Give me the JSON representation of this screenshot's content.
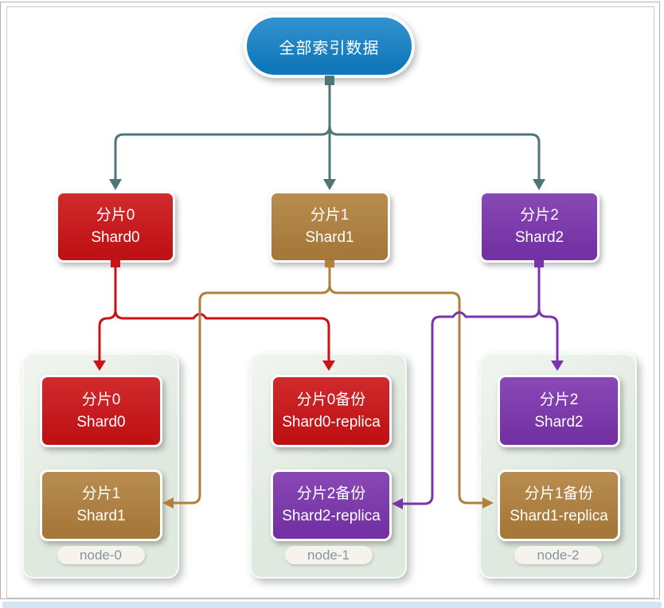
{
  "diagram": {
    "root": {
      "label": "全部索引数据"
    },
    "shards": [
      {
        "zh": "分片0",
        "en": "Shard0",
        "color": "red"
      },
      {
        "zh": "分片1",
        "en": "Shard1",
        "color": "brown"
      },
      {
        "zh": "分片2",
        "en": "Shard2",
        "color": "purple"
      }
    ],
    "nodes": [
      {
        "label": "node-0",
        "boxes": [
          {
            "zh": "分片0",
            "en": "Shard0",
            "color": "red"
          },
          {
            "zh": "分片1",
            "en": "Shard1",
            "color": "brown"
          }
        ]
      },
      {
        "label": "node-1",
        "boxes": [
          {
            "zh": "分片0备份",
            "en": "Shard0-replica",
            "color": "red"
          },
          {
            "zh": "分片2备份",
            "en": "Shard2-replica",
            "color": "purple"
          }
        ]
      },
      {
        "label": "node-2",
        "boxes": [
          {
            "zh": "分片2",
            "en": "Shard2",
            "color": "purple"
          },
          {
            "zh": "分片1备份",
            "en": "Shard1-replica",
            "color": "brown"
          }
        ]
      }
    ]
  },
  "colors": {
    "blue": "#1180c8",
    "teal": "#4f7577",
    "red": "#cb1316",
    "brown": "#b0803d",
    "purple": "#7b34ad",
    "node_bg": "#dfe9df",
    "label_bg": "#f6f2ed",
    "label_text": "#83989d",
    "frame_border": "#b3b3b3",
    "bottom_strip": "#d3e5f3"
  }
}
